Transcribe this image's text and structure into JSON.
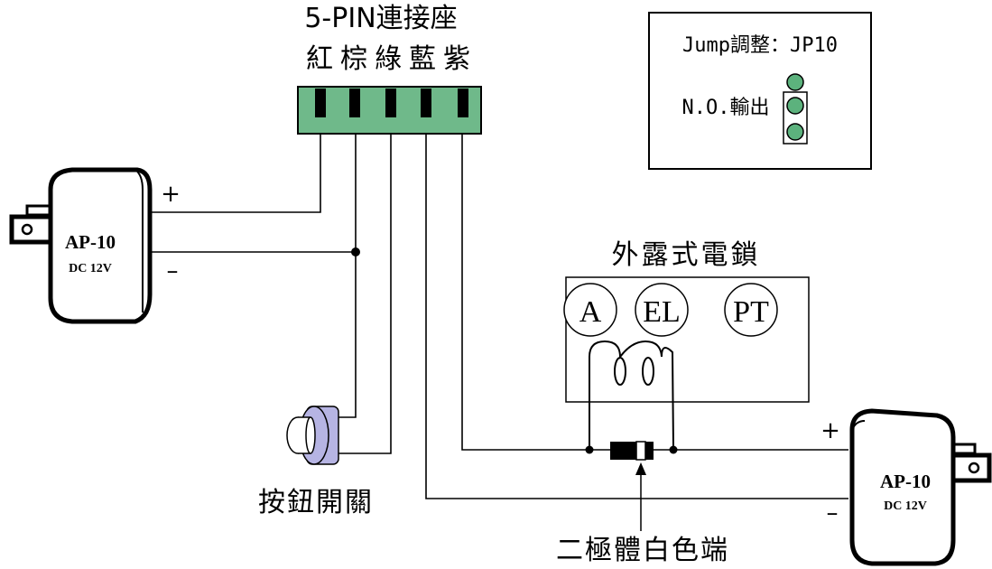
{
  "connector": {
    "title": "5-PIN連接座",
    "colors": "紅棕綠藍紫",
    "body_color": "#6fb98a"
  },
  "jumper_box": {
    "title": "Jump調整：JP10",
    "output_label": "N.O.輸出",
    "pin_color": "#5cb27d"
  },
  "adapter_left": {
    "model": "AP-10",
    "rating": "DC 12V",
    "plus": "+",
    "minus": "–"
  },
  "adapter_right": {
    "model": "AP-10",
    "rating": "DC 12V",
    "plus": "+",
    "minus": "–"
  },
  "lock": {
    "title": "外露式電鎖",
    "terminals": [
      "A",
      "EL",
      "PT"
    ]
  },
  "button": {
    "label": "按鈕開關",
    "color": "#b6b4e3"
  },
  "diode": {
    "label": "二極體白色端"
  }
}
